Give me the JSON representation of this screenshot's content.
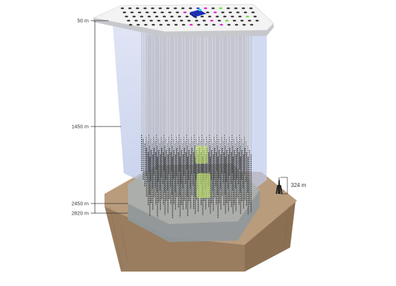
{
  "depth_labels": {
    "surface": "50 m",
    "bottom_of_strings_top": "1450 m",
    "bedrock_top": "2450 m",
    "bedrock_bottom": "2820 m"
  },
  "comparison": {
    "label": "324 m",
    "icon": "eiffel-tower-icon"
  },
  "colors": {
    "ice_volume": "#c9d3ee",
    "surface_deck": "#f2f2f2",
    "string_light": "#b9b9c2",
    "string_dark": "#3a3a3a",
    "ground": "#a78a6c",
    "ground_top": "#c2a687",
    "bedrock_slab": "#9aa3a8",
    "hole_magenta": "#e028d2",
    "hole_green": "#6adf3a",
    "hole_blue": "#2a4bd8"
  }
}
